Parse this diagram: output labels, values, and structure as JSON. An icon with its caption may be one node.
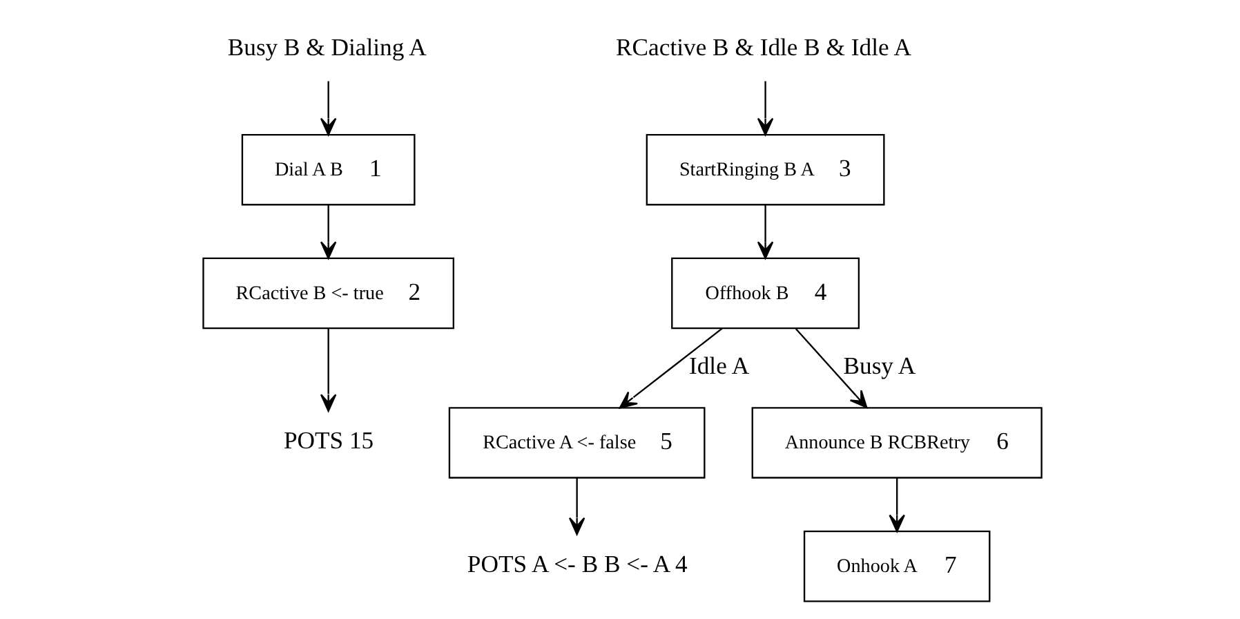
{
  "diagram": {
    "nodes": [
      {
        "text": [
          "Busy B & Dialing A"
        ]
      },
      {
        "text": [
          "Dial A B",
          "1"
        ]
      },
      {
        "text": [
          "RCactive B <- true",
          "2"
        ]
      },
      {
        "text": [
          "POTS 15"
        ]
      },
      {
        "text": [
          "RCactive B & Idle B & Idle A"
        ]
      },
      {
        "text": [
          "StartRinging B A",
          "3"
        ]
      },
      {
        "text": [
          "Offhook B",
          "4"
        ]
      },
      {
        "text": [
          "RCactive A <- false",
          "5"
        ]
      },
      {
        "text": [
          "Announce B RCBRetry",
          "6"
        ]
      },
      {
        "text": [
          "POTS A <- B B <- A 4"
        ]
      },
      {
        "text": [
          "Onhook A",
          "7"
        ]
      }
    ],
    "edges": [
      {
        "from": 0,
        "to": 1,
        "arrow": "to"
      },
      {
        "from": 1,
        "to": 2,
        "arrow": "to"
      },
      {
        "from": 2,
        "to": 3,
        "arrow": "to"
      },
      {
        "from": 4,
        "to": 5,
        "arrow": "to"
      },
      {
        "from": 5,
        "to": 6,
        "arrow": "to"
      },
      {
        "from": 6,
        "to": 7,
        "label": "Idle A",
        "arrow": "to"
      },
      {
        "from": 6,
        "to": 8,
        "label": "Busy A",
        "arrow": "to"
      },
      {
        "from": 7,
        "to": 9,
        "arrow": "to"
      },
      {
        "from": 8,
        "to": 10,
        "arrow": "to"
      }
    ]
  }
}
